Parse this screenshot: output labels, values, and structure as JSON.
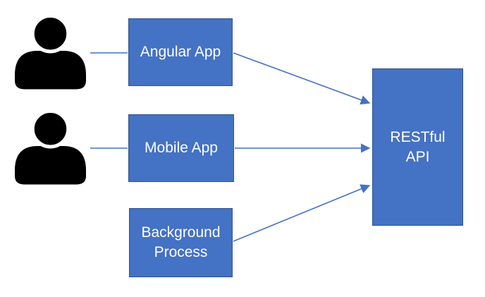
{
  "diagram": {
    "type": "architecture-flow",
    "background_color": "#ffffff",
    "shape_fill_color": "#4472C4",
    "shape_border_color": "#2F528F",
    "connector_color": "#4472C4",
    "label_color": "#ffffff",
    "actors": [
      {
        "id": "user-1",
        "icon": "person-icon"
      },
      {
        "id": "user-2",
        "icon": "person-icon"
      }
    ],
    "nodes": {
      "angular": {
        "label": "Angular App"
      },
      "mobile": {
        "label": "Mobile App"
      },
      "background": {
        "label": "Background\nProcess"
      },
      "api": {
        "label": "RESTful\nAPI"
      }
    },
    "connections": [
      {
        "from": "user-1",
        "to": "angular",
        "arrow": false
      },
      {
        "from": "angular",
        "to": "api",
        "arrow": true
      },
      {
        "from": "user-2",
        "to": "mobile",
        "arrow": false
      },
      {
        "from": "mobile",
        "to": "api",
        "arrow": true
      },
      {
        "from": "background",
        "to": "api",
        "arrow": true
      }
    ]
  }
}
